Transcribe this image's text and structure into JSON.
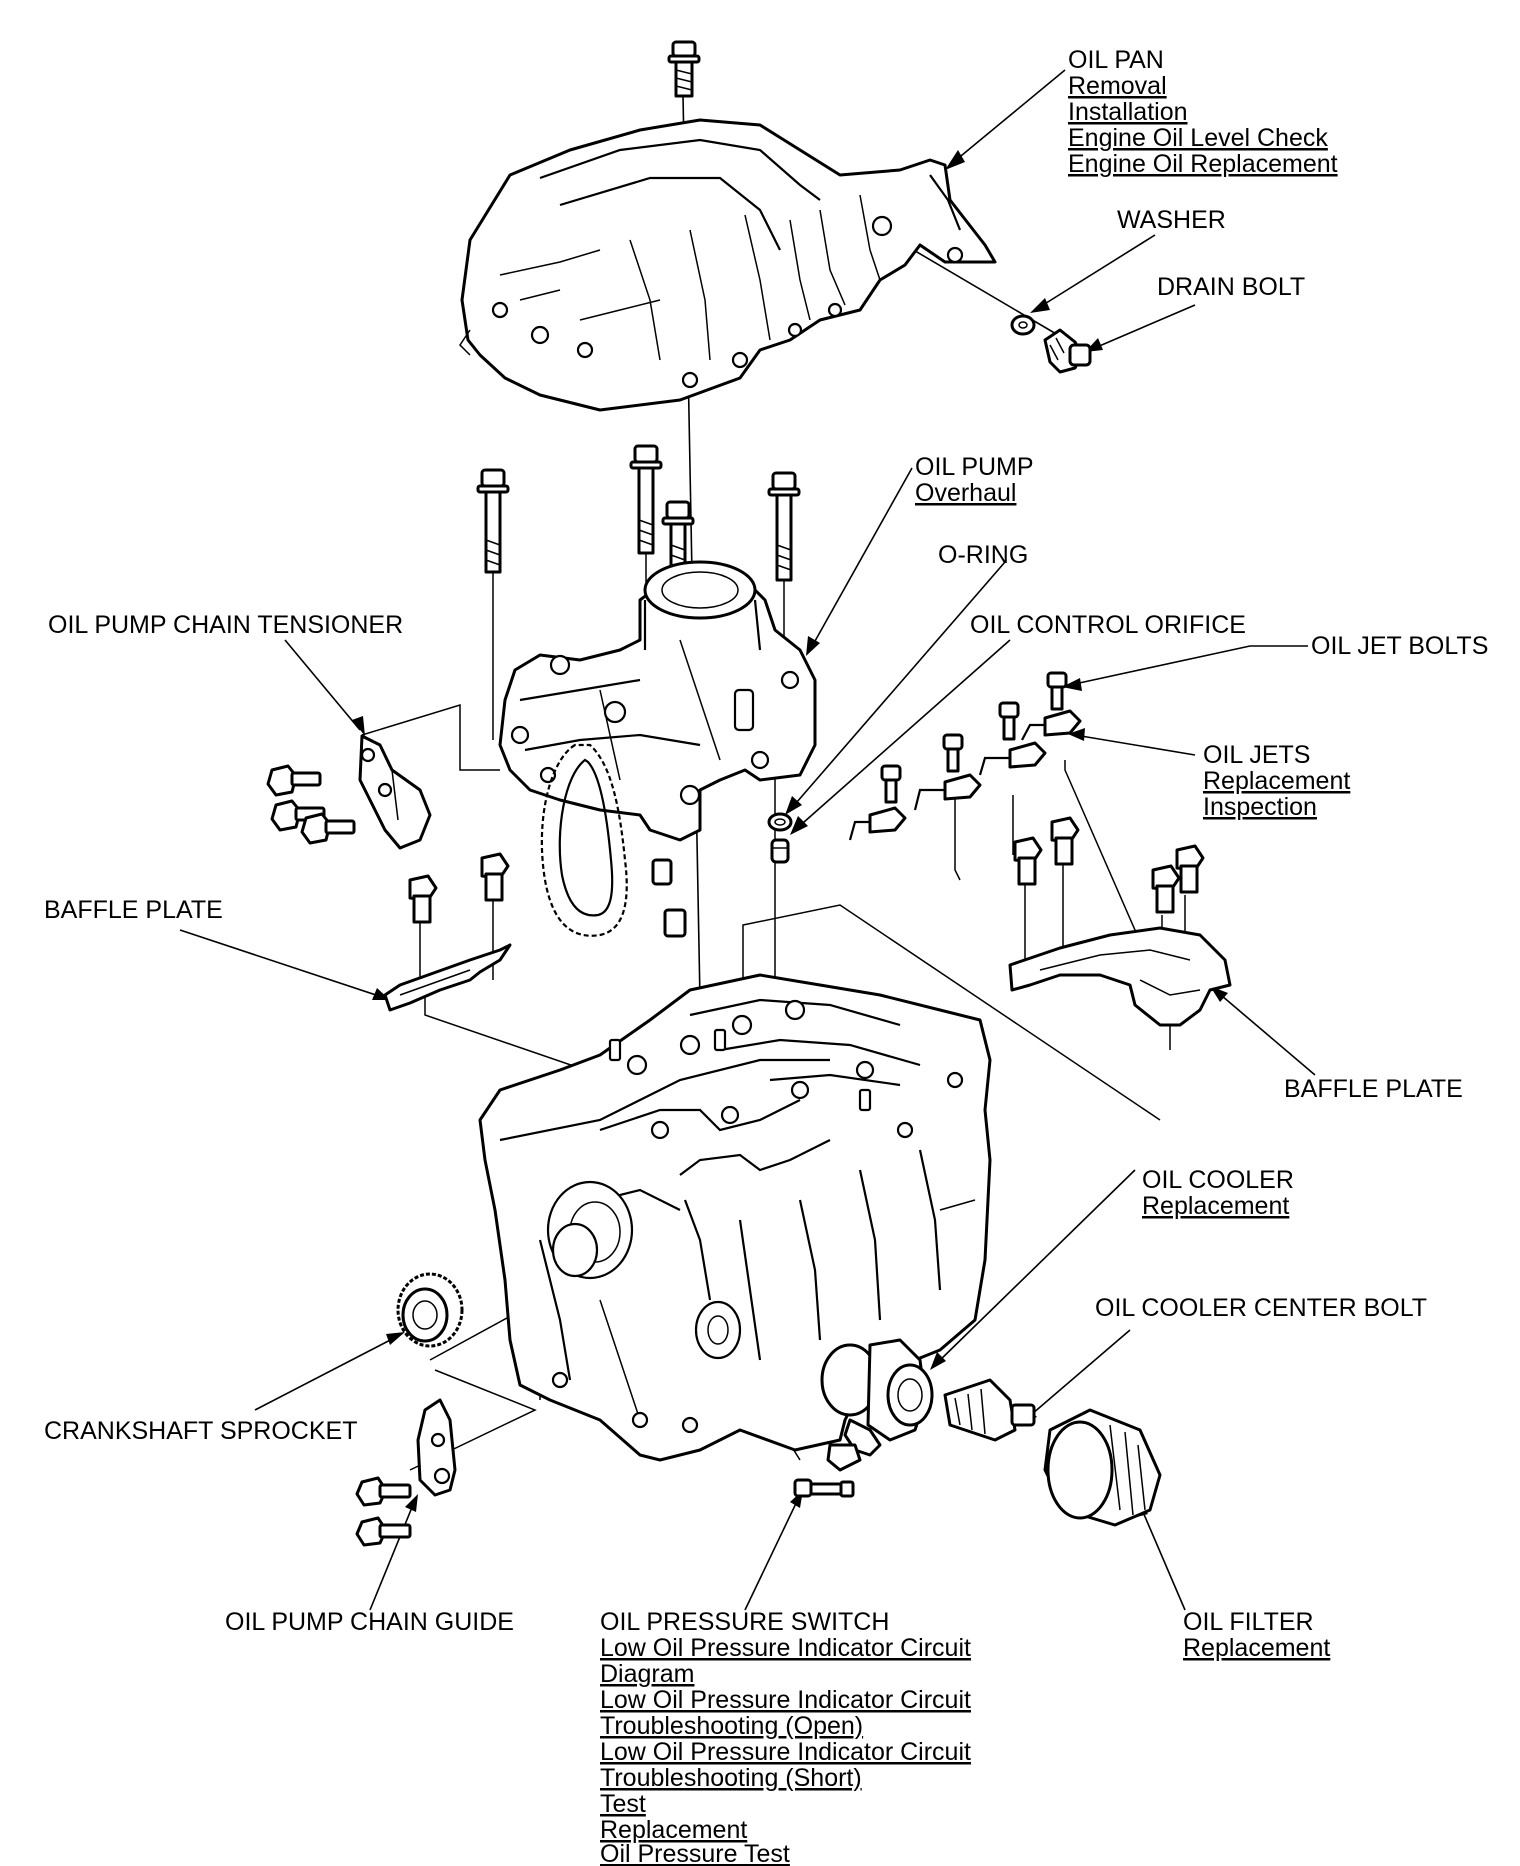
{
  "labels": {
    "oil_pan": {
      "title": "OIL PAN",
      "links": [
        "Removal",
        "Installation",
        "Engine Oil Level Check",
        "Engine Oil Replacement"
      ]
    },
    "washer": {
      "title": "WASHER"
    },
    "drain_bolt": {
      "title": "DRAIN BOLT"
    },
    "oil_pump": {
      "title": "OIL PUMP",
      "links": [
        "Overhaul"
      ]
    },
    "o_ring": {
      "title": "O-RING"
    },
    "oil_pump_chain_tensioner": {
      "title": "OIL PUMP CHAIN TENSIONER"
    },
    "oil_control_orifice": {
      "title": "OIL CONTROL ORIFICE"
    },
    "oil_jet_bolts": {
      "title": "OIL JET BOLTS"
    },
    "oil_jets": {
      "title": "OIL JETS",
      "links": [
        "Replacement",
        "Inspection"
      ]
    },
    "baffle_plate_left": {
      "title": "BAFFLE PLATE"
    },
    "baffle_plate_right": {
      "title": "BAFFLE PLATE"
    },
    "oil_cooler": {
      "title": "OIL COOLER",
      "links": [
        "Replacement"
      ]
    },
    "oil_cooler_center_bolt": {
      "title": "OIL COOLER CENTER BOLT"
    },
    "crankshaft_sprocket": {
      "title": "CRANKSHAFT SPROCKET"
    },
    "oil_pump_chain_guide": {
      "title": "OIL PUMP CHAIN GUIDE"
    },
    "oil_pressure_switch": {
      "title": "OIL PRESSURE SWITCH",
      "links": [
        "Low Oil Pressure Indicator Circuit",
        "Diagram",
        "Low Oil Pressure Indicator Circuit",
        "Troubleshooting (Open)",
        "Low Oil Pressure Indicator Circuit",
        "Troubleshooting (Short)",
        "Test",
        "Replacement",
        "Oil Pressure Test"
      ]
    },
    "oil_filter": {
      "title": "OIL FILTER",
      "links": [
        "Replacement"
      ]
    }
  }
}
